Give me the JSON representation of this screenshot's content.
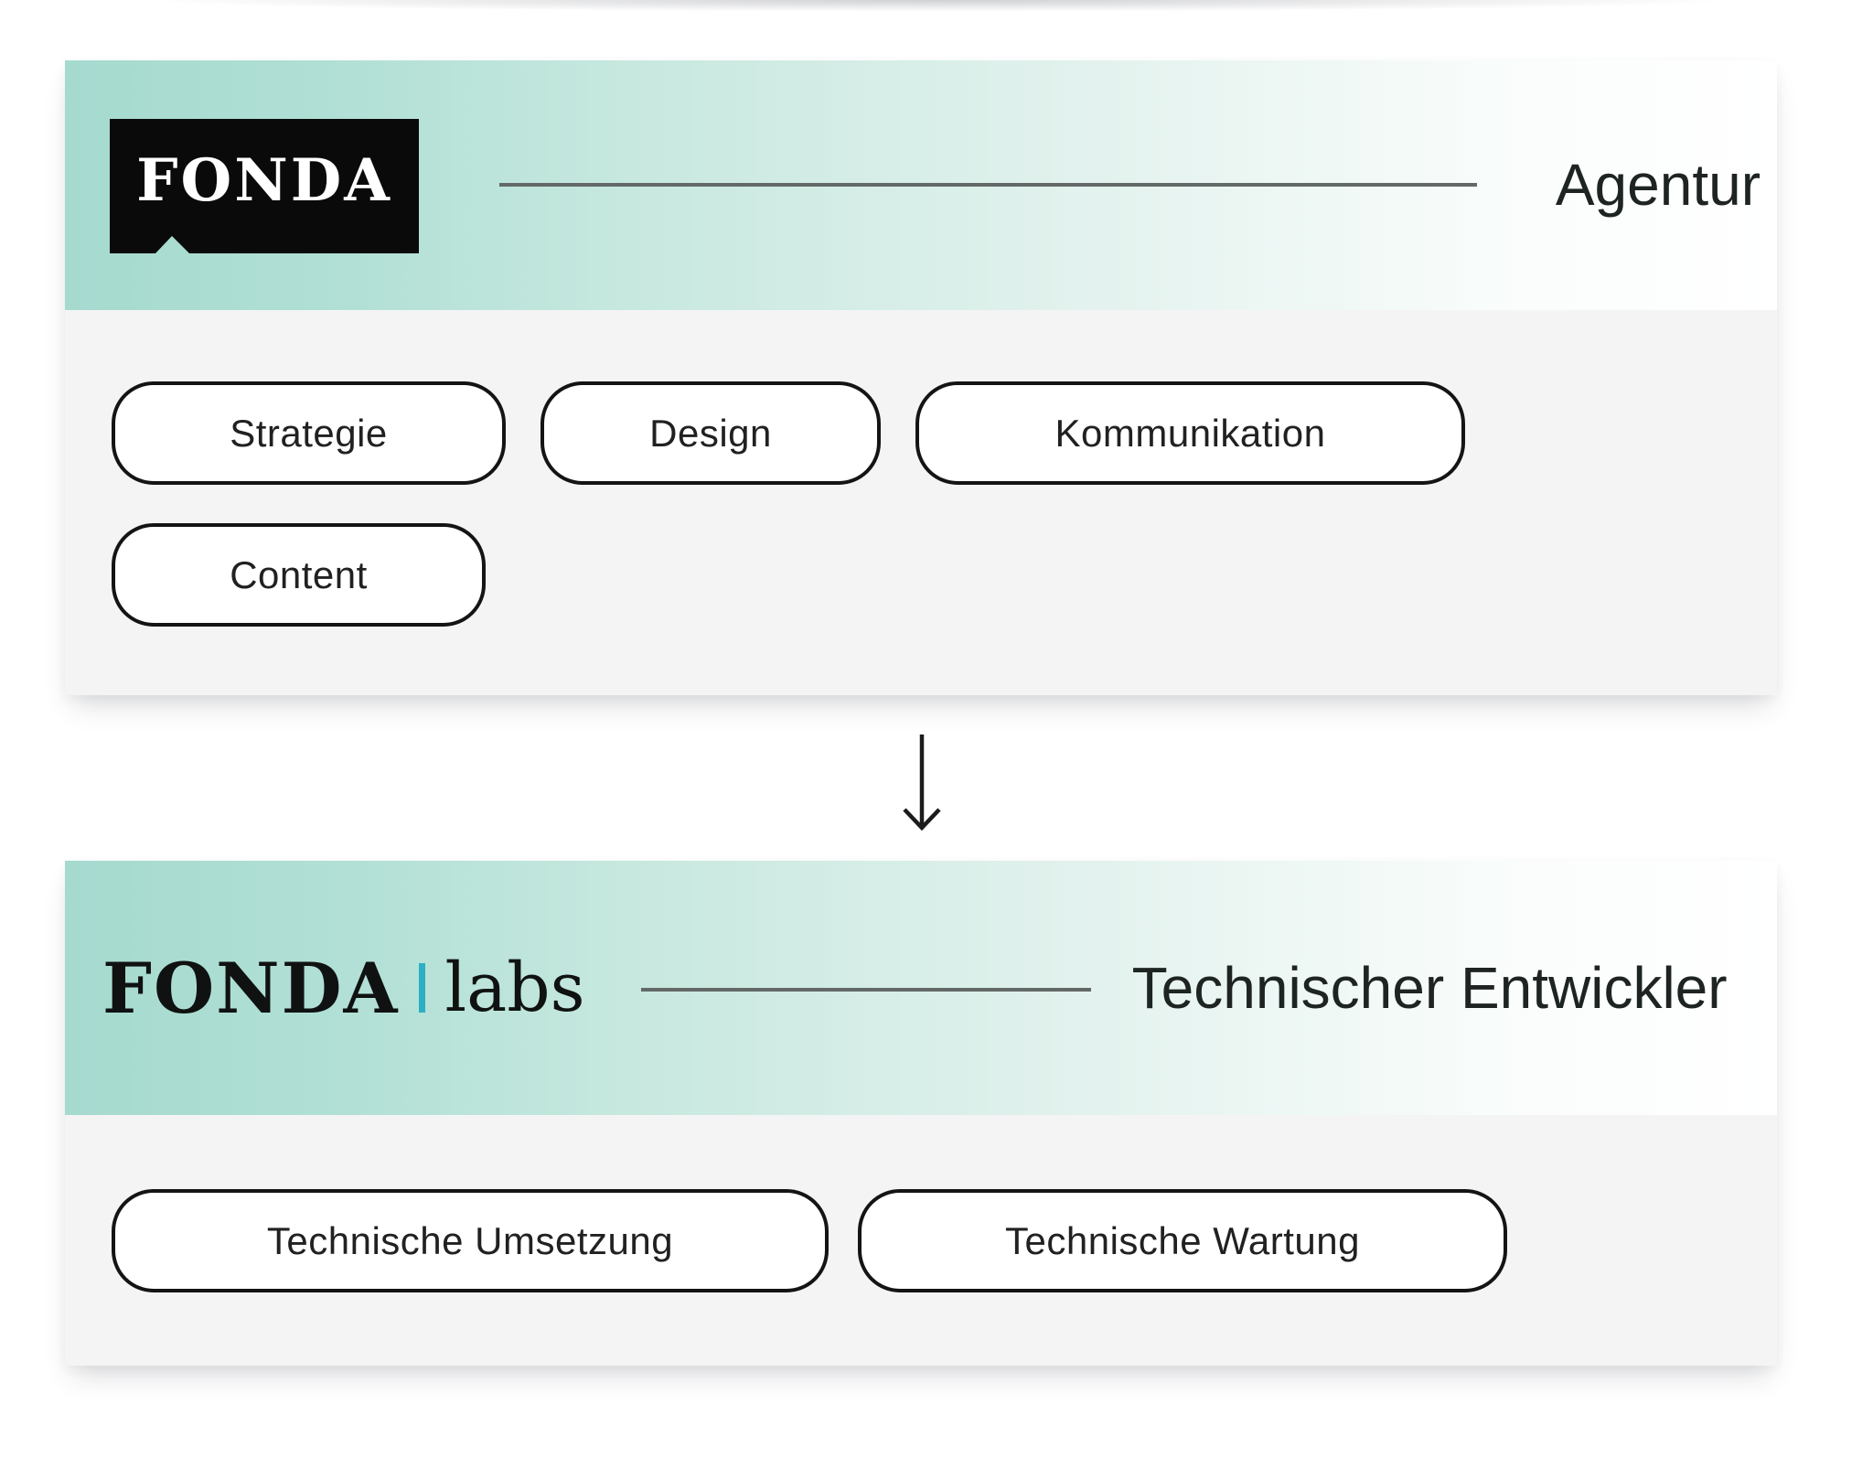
{
  "colors": {
    "header_teal": "#a8dbd0",
    "card_body_gray": "#f4f4f5",
    "logo_black": "#0a0a0a",
    "connector_line_gray": "#636967",
    "divider_cyan": "#2bb0c4",
    "pill_border_black": "#141414",
    "text_dark": "#1e2422"
  },
  "cards": [
    {
      "logo": "FONDA",
      "role": "Agentur",
      "pills": [
        "Strategie",
        "Design",
        "Kommunikation",
        "Content"
      ]
    },
    {
      "logo": "FONDA",
      "logo_suffix": "labs",
      "role": "Technischer Entwickler",
      "pills": [
        "Technische Umsetzung",
        "Technische Wartung"
      ]
    }
  ]
}
